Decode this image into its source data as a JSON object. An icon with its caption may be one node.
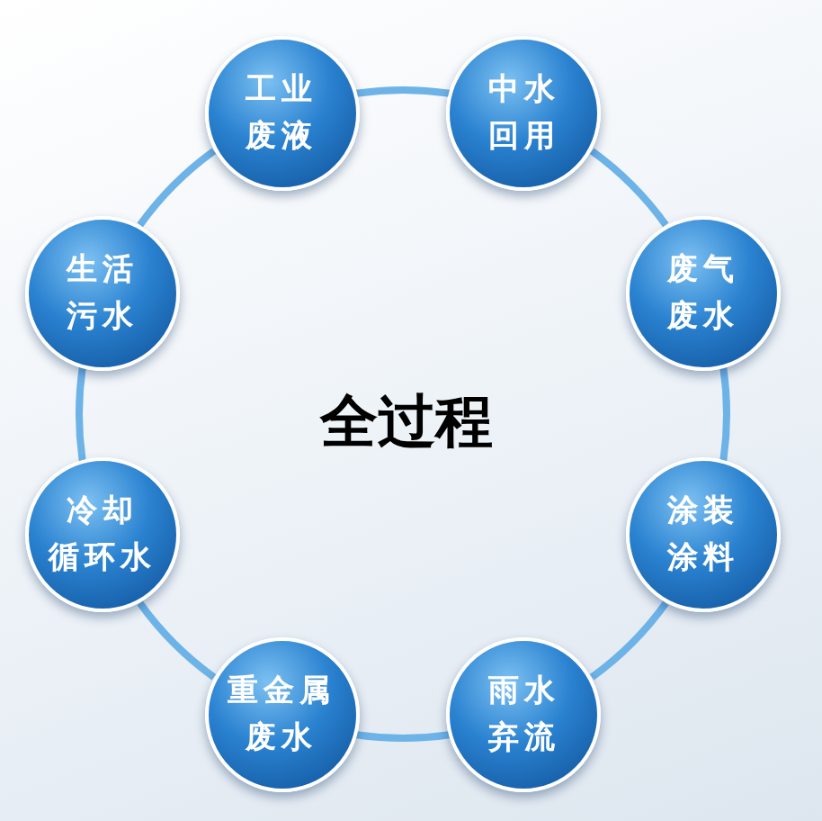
{
  "diagram": {
    "nodes": [
      {
        "text": [
          "工业废液"
        ]
      },
      {
        "text": [
          "中水回用"
        ]
      },
      {
        "text": [
          "生活污水"
        ]
      },
      {
        "text": [
          "废气废水"
        ]
      },
      {
        "text": [
          "冷却循环水"
        ]
      },
      {
        "text": [
          "涂装涂料"
        ]
      },
      {
        "text": [
          "重金属废水"
        ]
      },
      {
        "text": [
          "雨水弃流"
        ]
      }
    ],
    "edges": [
      {
        "from": 0,
        "to": 1,
        "arrow": "none"
      },
      {
        "from": 1,
        "to": 3,
        "arrow": "none"
      },
      {
        "from": 3,
        "to": 5,
        "arrow": "none"
      },
      {
        "from": 5,
        "to": 7,
        "arrow": "none"
      },
      {
        "from": 7,
        "to": 6,
        "arrow": "none"
      },
      {
        "from": 6,
        "to": 4,
        "arrow": "none"
      },
      {
        "from": 4,
        "to": 2,
        "arrow": "none"
      },
      {
        "from": 2,
        "to": 0,
        "arrow": "none"
      }
    ],
    "labels": [
      "全过程"
    ]
  }
}
